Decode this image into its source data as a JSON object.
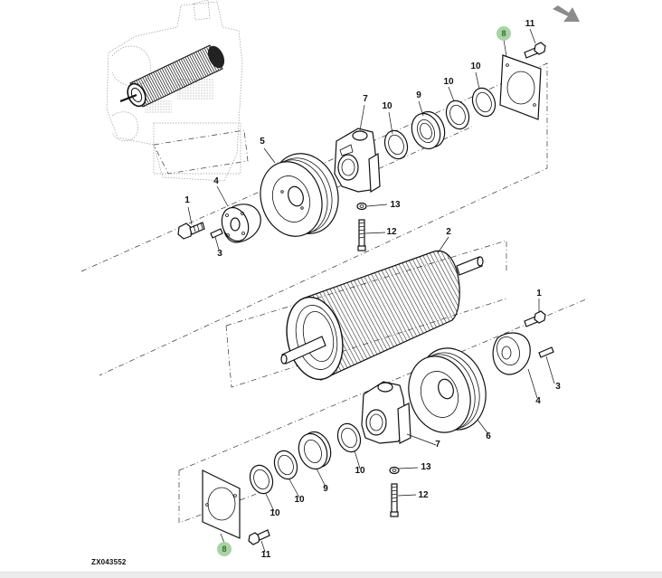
{
  "diagram": {
    "title": "Rotor / roller assembly exploded parts view",
    "figure_id": "ZX043552",
    "nav_arrow": "next-page-arrow-icon",
    "highlight_color": "#a9d3a4",
    "callouts": [
      {
        "id": "c-1-top",
        "part": "1",
        "highlighted": false
      },
      {
        "id": "c-3-top",
        "part": "3",
        "highlighted": false
      },
      {
        "id": "c-4-top",
        "part": "4",
        "highlighted": false
      },
      {
        "id": "c-5",
        "part": "5",
        "highlighted": false
      },
      {
        "id": "c-7-top",
        "part": "7",
        "highlighted": false
      },
      {
        "id": "c-10-a",
        "part": "10",
        "highlighted": false
      },
      {
        "id": "c-9-top",
        "part": "9",
        "highlighted": false
      },
      {
        "id": "c-10-b",
        "part": "10",
        "highlighted": false
      },
      {
        "id": "c-10-c",
        "part": "10",
        "highlighted": false
      },
      {
        "id": "c-8-top",
        "part": "8",
        "highlighted": true
      },
      {
        "id": "c-11-top",
        "part": "11",
        "highlighted": false
      },
      {
        "id": "c-13-top",
        "part": "13",
        "highlighted": false
      },
      {
        "id": "c-12-top",
        "part": "12",
        "highlighted": false
      },
      {
        "id": "c-2",
        "part": "2",
        "highlighted": false
      },
      {
        "id": "c-1-bot",
        "part": "1",
        "highlighted": false
      },
      {
        "id": "c-3-bot",
        "part": "3",
        "highlighted": false
      },
      {
        "id": "c-4-bot",
        "part": "4",
        "highlighted": false
      },
      {
        "id": "c-6",
        "part": "6",
        "highlighted": false
      },
      {
        "id": "c-7-bot",
        "part": "7",
        "highlighted": false
      },
      {
        "id": "c-13-bot",
        "part": "13",
        "highlighted": false
      },
      {
        "id": "c-12-bot",
        "part": "12",
        "highlighted": false
      },
      {
        "id": "c-10-d",
        "part": "10",
        "highlighted": false
      },
      {
        "id": "c-9-bot",
        "part": "9",
        "highlighted": false
      },
      {
        "id": "c-10-e",
        "part": "10",
        "highlighted": false
      },
      {
        "id": "c-10-f",
        "part": "10",
        "highlighted": false
      },
      {
        "id": "c-8-bot",
        "part": "8",
        "highlighted": true
      },
      {
        "id": "c-11-bot",
        "part": "11",
        "highlighted": false
      }
    ]
  }
}
